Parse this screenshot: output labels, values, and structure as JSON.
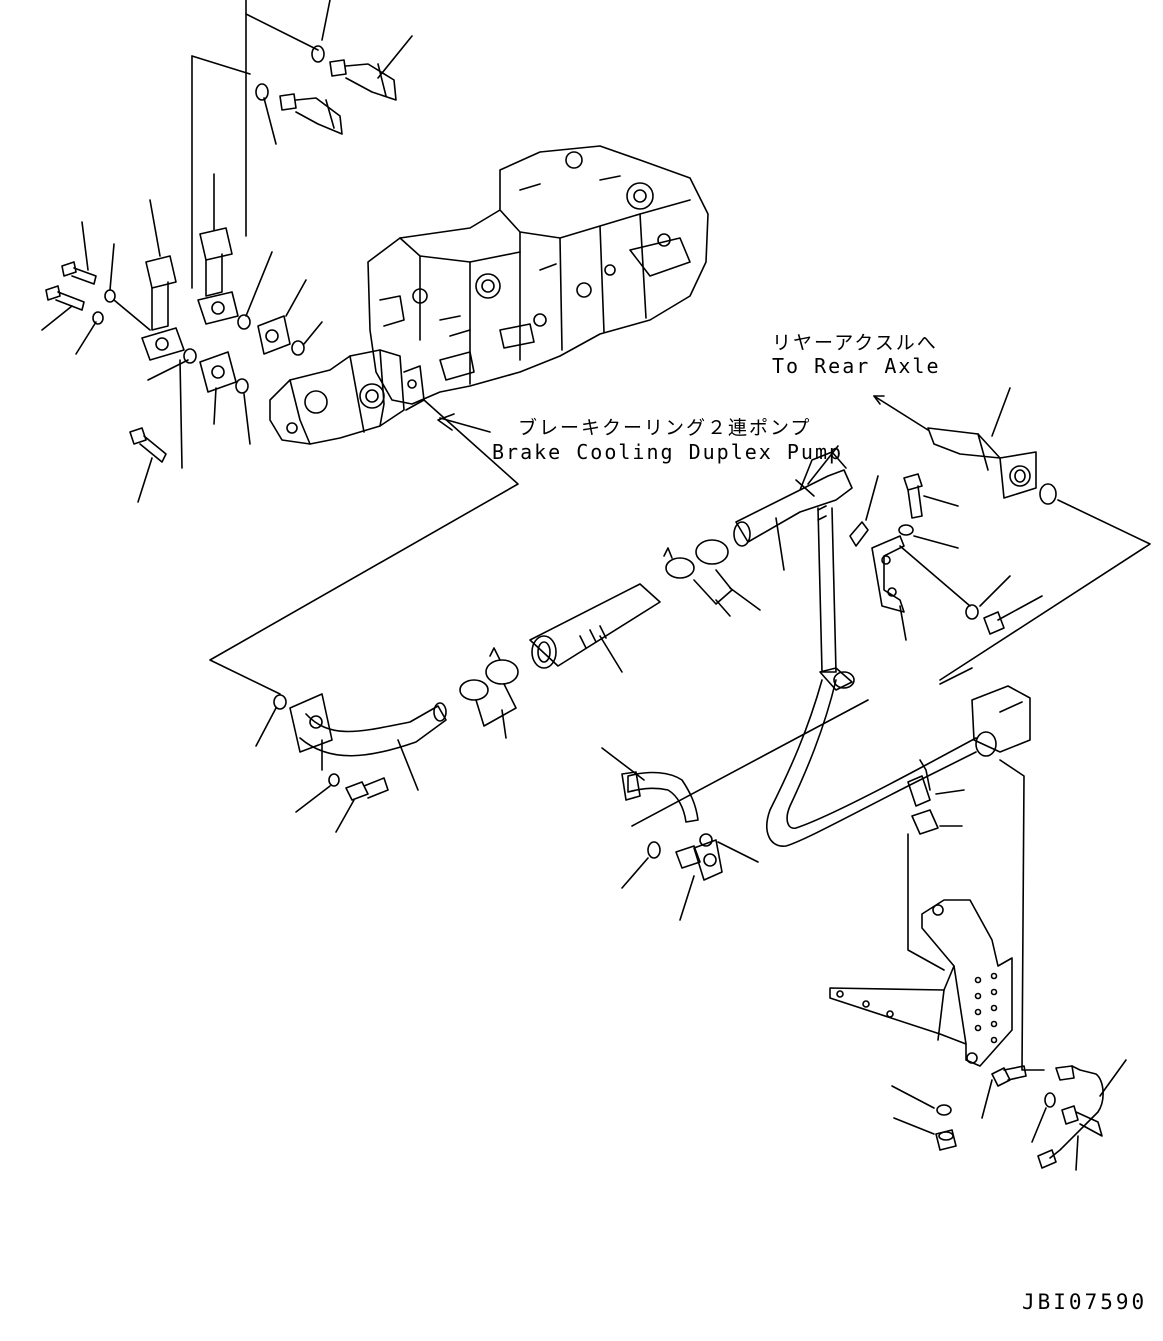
{
  "labels": {
    "rear_axle_jp": "リヤーアクスルへ",
    "rear_axle_en": "To Rear Axle",
    "pump_jp": "ブレーキクーリング２連ポンプ",
    "pump_en": "Brake Cooling Duplex Pump",
    "drawing_code": "JBI07590"
  },
  "colors": {
    "line": "#000000",
    "background": "#ffffff"
  }
}
